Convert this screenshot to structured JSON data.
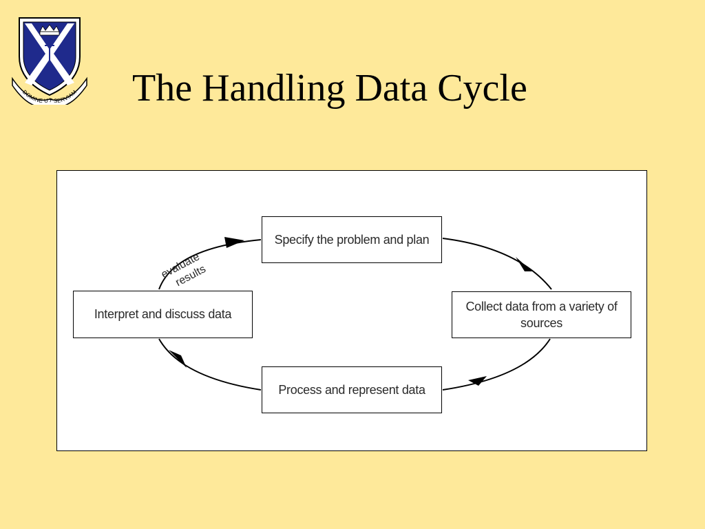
{
  "slide": {
    "title": "The Handling Data Cycle"
  },
  "crest": {
    "motto": "DOMINE UT SERVIAM",
    "colors": {
      "shield": "#1f2a8c",
      "saltire": "#ffffff",
      "outline": "#000000",
      "background": "#ffffff"
    }
  },
  "diagram": {
    "steps": [
      {
        "id": "specify",
        "label": "Specify the problem and plan"
      },
      {
        "id": "collect",
        "label": "Collect data from a variety of sources"
      },
      {
        "id": "process",
        "label": "Process and represent data"
      },
      {
        "id": "interpret",
        "label": "Interpret and discuss data"
      }
    ],
    "arrow_label": "evaluate\nresults",
    "arrow_label_lines": [
      "evaluate",
      "results"
    ]
  },
  "colors": {
    "slide_background": "#fee99a",
    "diagram_background": "#ffffff",
    "line": "#000000",
    "text": "#2a2a2a"
  }
}
